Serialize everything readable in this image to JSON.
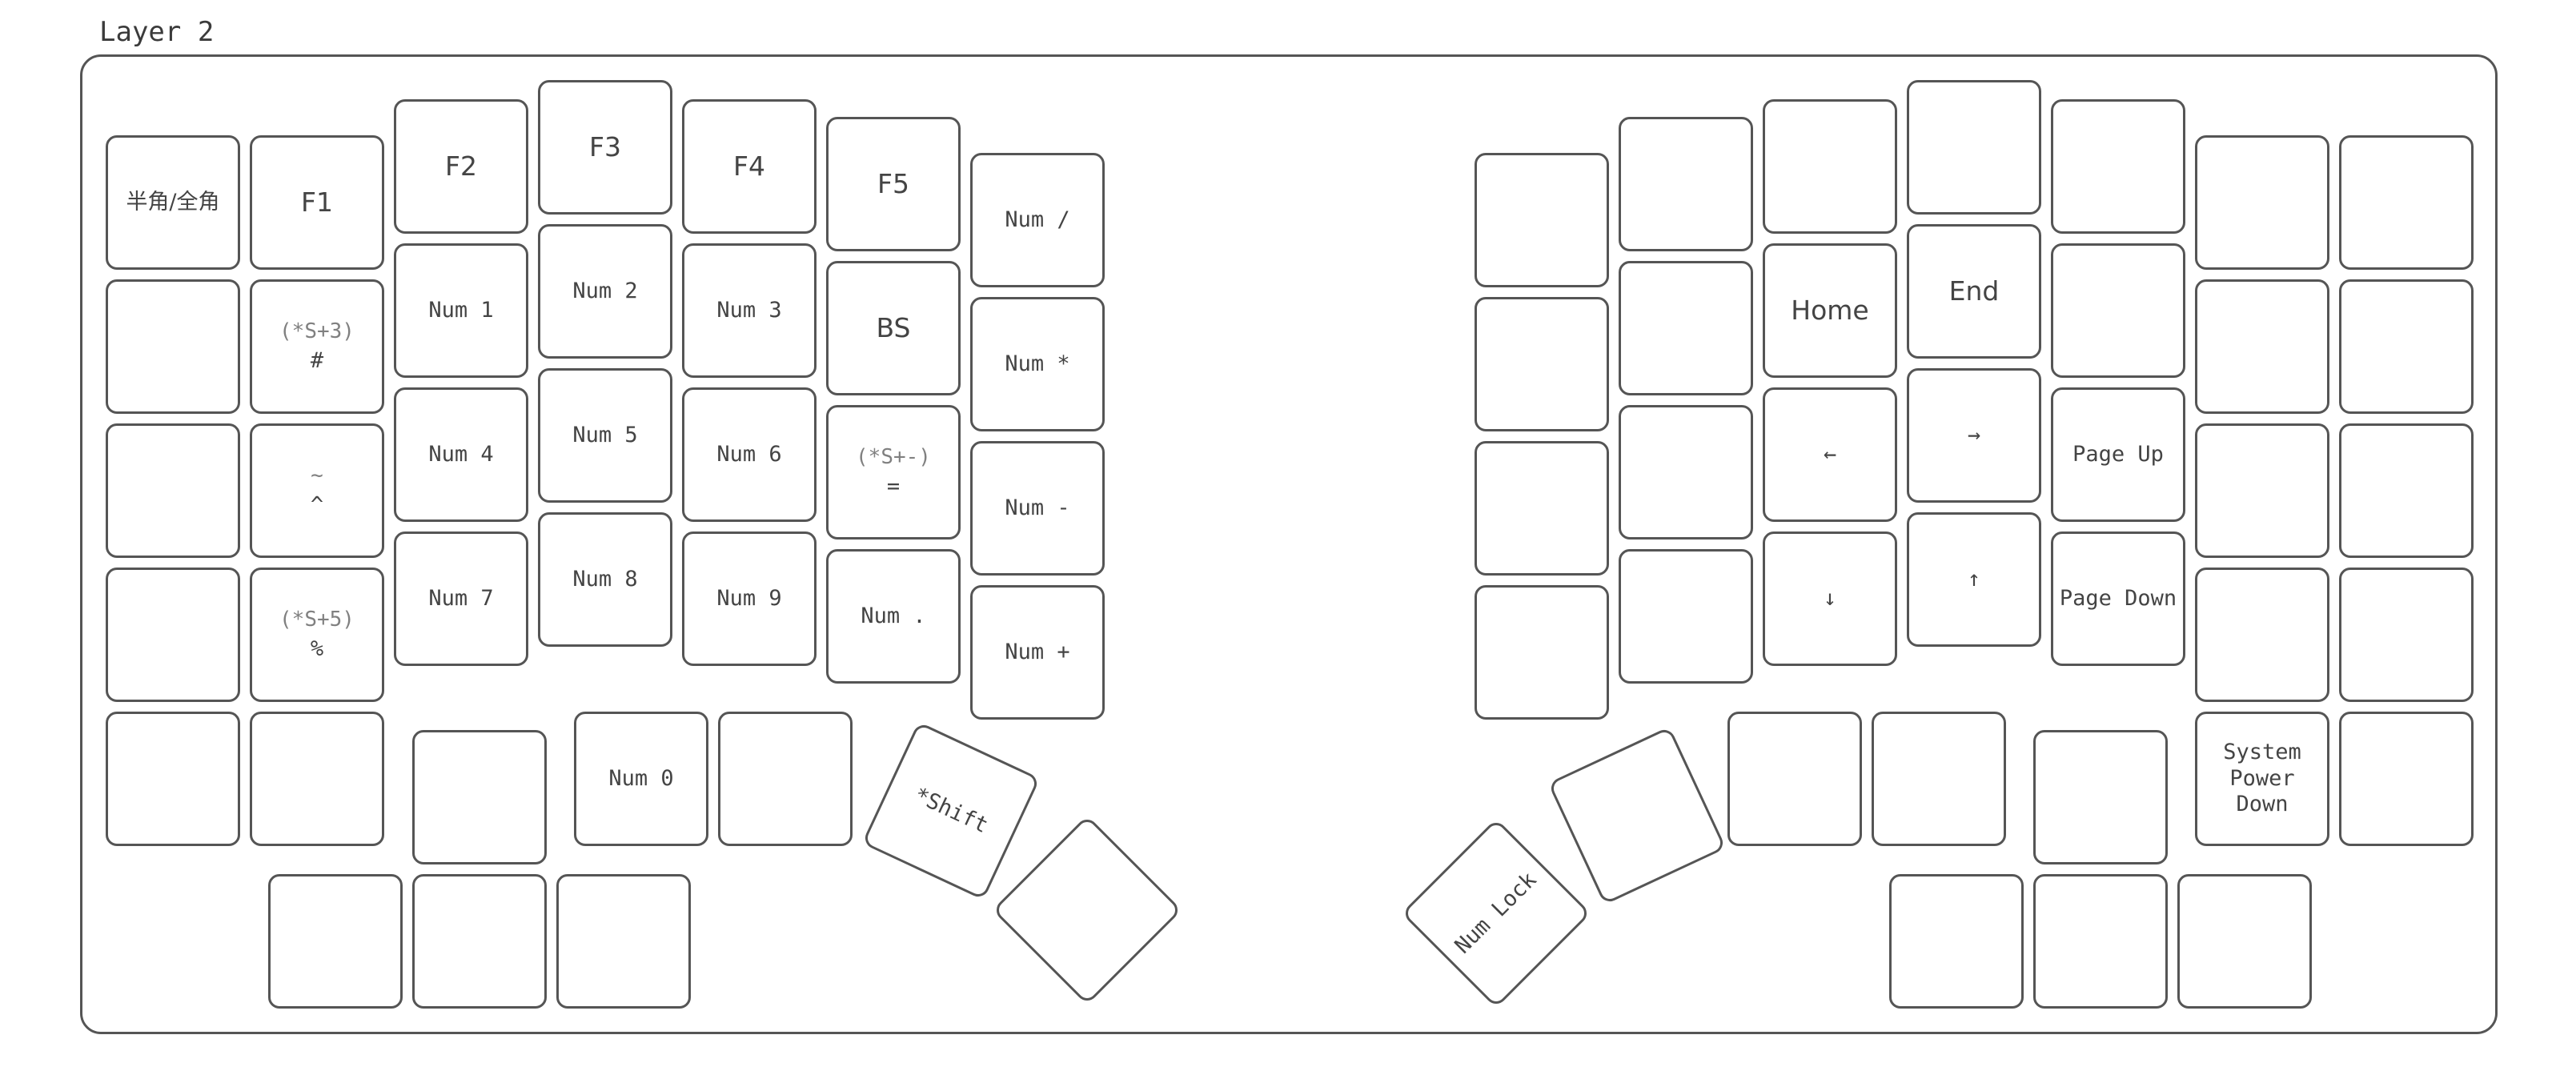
{
  "title": "Layer 2",
  "keys": {
    "l_c0_r0": "半角/全角",
    "l_c1_r0": "F1",
    "l_c1_r1_sub": "(*S+3)",
    "l_c1_r1": "#",
    "l_c1_r2_sub": "~",
    "l_c1_r2": "^",
    "l_c1_r3_sub": "(*S+5)",
    "l_c1_r3": "%",
    "l_c2_r0": "F2",
    "l_c2_r1": "Num 1",
    "l_c2_r2": "Num 4",
    "l_c2_r3": "Num 7",
    "l_c3_r0": "F3",
    "l_c3_r1": "Num 2",
    "l_c3_r2": "Num 5",
    "l_c3_r3": "Num 8",
    "l_c4_r0": "F4",
    "l_c4_r1": "Num 3",
    "l_c4_r2": "Num 6",
    "l_c4_r3": "Num 9",
    "l_c5_r0": "F5",
    "l_c5_r1": "BS",
    "l_c5_r2_sub": "(*S+-)",
    "l_c5_r2": "=",
    "l_c5_r3": "Num .",
    "l_c6_r0": "Num /",
    "l_c6_r1": "Num *",
    "l_c6_r2": "Num -",
    "l_c6_r3": "Num +",
    "l_thumb_num0": "Num 0",
    "l_thumb_shift": "*Shift",
    "r_home": "Home",
    "r_end": "End",
    "r_left": "←",
    "r_right": "→",
    "r_pageup": "Page Up",
    "r_down": "↓",
    "r_up": "↑",
    "r_pagedown": "Page Down",
    "r_thumb_numlock": "Num Lock",
    "r_power_line1": "System",
    "r_power_line2": "Power",
    "r_power_line3": "Down"
  }
}
